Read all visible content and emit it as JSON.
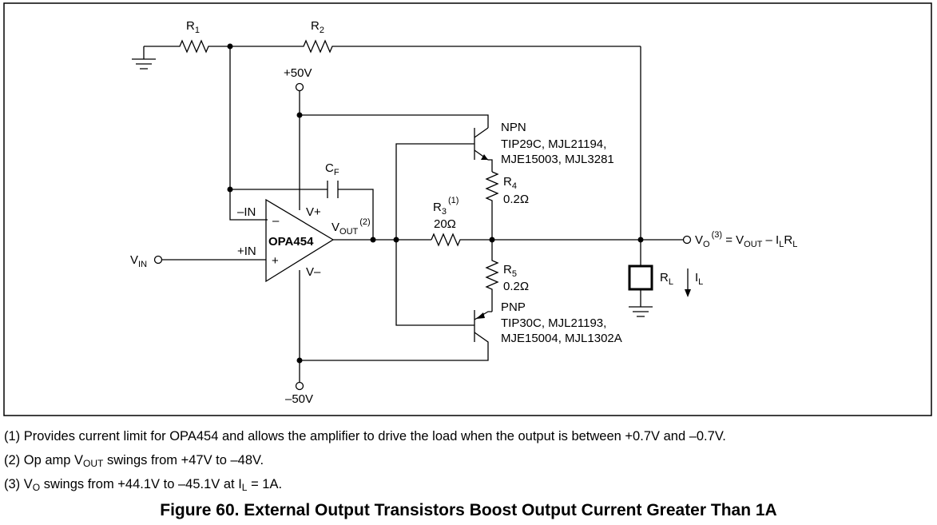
{
  "labels": {
    "r1": "R",
    "r1_sub": "1",
    "r2": "R",
    "r2_sub": "2",
    "vplus_supply": "+50V",
    "vminus_supply": "–50V",
    "cf": "C",
    "cf_sub": "F",
    "minus_in": "–IN",
    "plus_in": "+IN",
    "minus_sign": "–",
    "plus_sign": "+",
    "opamp_name": "OPA454",
    "vplus_pin": "V+",
    "vminus_pin": "V–",
    "vout": "V",
    "vout_sub": "OUT",
    "vout_sup": "(2)",
    "vin": "V",
    "vin_sub": "IN",
    "r3": "R",
    "r3_sub": "3",
    "r3_sup": "(1)",
    "r3_value": "20Ω",
    "r4": "R",
    "r4_sub": "4",
    "r4_value": "0.2Ω",
    "r5": "R",
    "r5_sub": "5",
    "r5_value": "0.2Ω",
    "npn_type": "NPN",
    "npn_parts_1": "TIP29C, MJL21194,",
    "npn_parts_2": "MJE15003, MJL3281",
    "pnp_type": "PNP",
    "pnp_parts_1": "TIP30C, MJL21193,",
    "pnp_parts_2": "MJE15004, MJL1302A",
    "vo": "V",
    "vo_sub": "O",
    "vo_sup": "(3)",
    "vo_eq": " = V",
    "vo_eq_sub": "OUT",
    "vo_eq_tail": " – I",
    "vo_eq_tail_sub": "L",
    "vo_eq_r": "R",
    "vo_eq_r_sub": "L",
    "rl": "R",
    "rl_sub": "L",
    "il": "I",
    "il_sub": "L"
  },
  "notes": {
    "n1": "(1)  Provides current limit for OPA454 and allows the amplifier to drive the load when the output is between +0.7V and –0.7V.",
    "n2_a": "(2)  Op amp V",
    "n2_sub": "OUT",
    "n2_b": " swings from +47V to –48V.",
    "n3_a": "(3)  V",
    "n3_sub": "O",
    "n3_b": " swings from +44.1V to –45.1V at I",
    "n3_sub2": "L",
    "n3_c": " = 1A."
  },
  "caption": "Figure 60. External Output Transistors Boost Output Current Greater Than 1A"
}
